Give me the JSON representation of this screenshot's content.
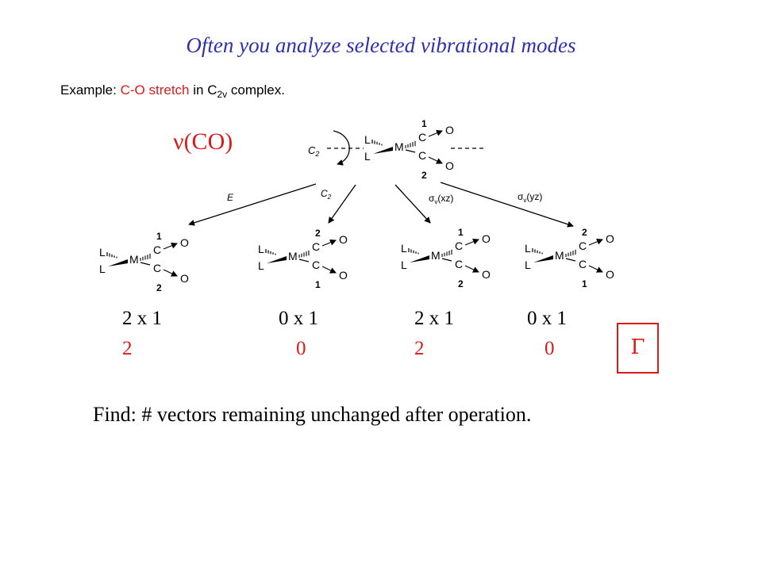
{
  "title": "Often you analyze selected vibrational modes",
  "example": {
    "prefix": "Example:",
    "mode": "C-O stretch",
    "mid": "in C",
    "sub": "2v",
    "suffix": "complex."
  },
  "nu_label": "ν(CO)",
  "top_molecule": {
    "labels": {
      "L": "L",
      "M": "M",
      "C": "C",
      "O": "O"
    },
    "numbers": [
      "1",
      "2"
    ],
    "axis_label": "C",
    "axis_sub": "2"
  },
  "operations": [
    {
      "label": "E",
      "sub": ""
    },
    {
      "label": "C",
      "sub": "2"
    },
    {
      "label": "σ",
      "sub": "v",
      "suffix": "(xz)"
    },
    {
      "label": "σ",
      "sub": "v",
      "suffix": "(yz)"
    }
  ],
  "result_molecules": [
    {
      "top_number": "1",
      "bottom_number": "2"
    },
    {
      "top_number": "2",
      "bottom_number": "1"
    },
    {
      "top_number": "1",
      "bottom_number": "2"
    },
    {
      "top_number": "2",
      "bottom_number": "1"
    }
  ],
  "multiplications": [
    "2 x 1",
    "0 x 1",
    "2 x 1",
    "0 x 1"
  ],
  "characters": [
    "2",
    "0",
    "2",
    "0"
  ],
  "gamma": "Γ",
  "find_text": "Find: # vectors remaining unchanged after operation."
}
